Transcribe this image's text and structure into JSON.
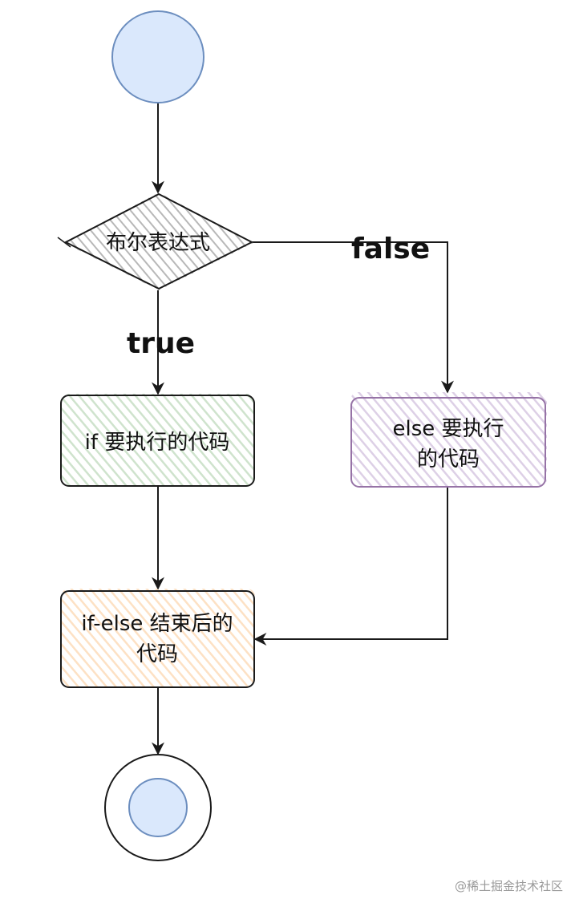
{
  "diagram": {
    "decision": {
      "label": "布尔表达式"
    },
    "if_branch": {
      "label": "if 要执行的代码"
    },
    "else_branch": {
      "line1": "else 要执行",
      "line2": "的代码"
    },
    "after": {
      "line1": "if-else 结束后的",
      "line2": "代码"
    },
    "edges": {
      "true_label": "true",
      "false_label": "false"
    }
  },
  "watermark": "@稀土掘金技术社区",
  "colors": {
    "start_fill": "#dae8fc",
    "start_stroke": "#6c8ebf",
    "decision_hatch": "#b0b0b0",
    "if_fill": "#d5e8d4",
    "else_fill": "#e1d5e7",
    "else_stroke": "#9673a6",
    "after_fill": "#ffe6cc",
    "edge": "#1a1a1a"
  }
}
